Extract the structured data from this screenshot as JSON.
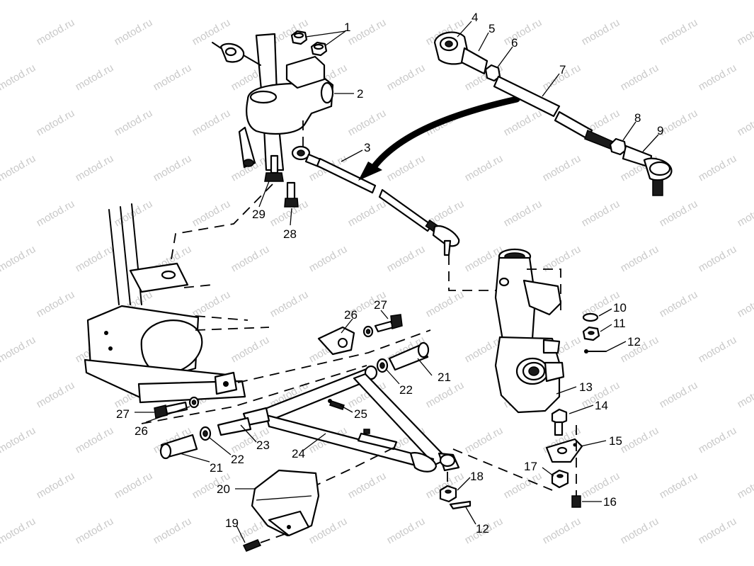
{
  "watermark": "motod.ru",
  "callouts": [
    {
      "id": "c1",
      "label": "1"
    },
    {
      "id": "c2",
      "label": "2"
    },
    {
      "id": "c3",
      "label": "3"
    },
    {
      "id": "c4",
      "label": "4"
    },
    {
      "id": "c5",
      "label": "5"
    },
    {
      "id": "c6",
      "label": "6"
    },
    {
      "id": "c7",
      "label": "7"
    },
    {
      "id": "c8",
      "label": "8"
    },
    {
      "id": "c9",
      "label": "9"
    },
    {
      "id": "c10",
      "label": "10"
    },
    {
      "id": "c11",
      "label": "11"
    },
    {
      "id": "c12a",
      "label": "12"
    },
    {
      "id": "c12b",
      "label": "12"
    },
    {
      "id": "c13",
      "label": "13"
    },
    {
      "id": "c14",
      "label": "14"
    },
    {
      "id": "c15",
      "label": "15"
    },
    {
      "id": "c16",
      "label": "16"
    },
    {
      "id": "c17",
      "label": "17"
    },
    {
      "id": "c18",
      "label": "18"
    },
    {
      "id": "c19",
      "label": "19"
    },
    {
      "id": "c20",
      "label": "20"
    },
    {
      "id": "c21a",
      "label": "21"
    },
    {
      "id": "c21b",
      "label": "21"
    },
    {
      "id": "c22a",
      "label": "22"
    },
    {
      "id": "c22b",
      "label": "22"
    },
    {
      "id": "c23",
      "label": "23"
    },
    {
      "id": "c24",
      "label": "24"
    },
    {
      "id": "c25",
      "label": "25"
    },
    {
      "id": "c26a",
      "label": "26"
    },
    {
      "id": "c26b",
      "label": "26"
    },
    {
      "id": "c27a",
      "label": "27"
    },
    {
      "id": "c27b",
      "label": "27"
    },
    {
      "id": "c28",
      "label": "28"
    },
    {
      "id": "c29",
      "label": "29"
    }
  ]
}
